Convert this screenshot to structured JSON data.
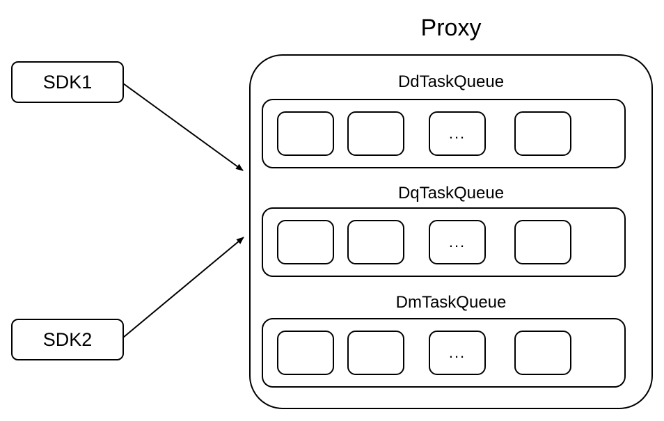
{
  "diagram": {
    "title": "Proxy",
    "sources": [
      {
        "label": "SDK1"
      },
      {
        "label": "SDK2"
      }
    ],
    "queues": [
      {
        "label": "DdTaskQueue",
        "slots": [
          "",
          "",
          "...",
          ""
        ]
      },
      {
        "label": "DqTaskQueue",
        "slots": [
          "",
          "",
          "...",
          ""
        ]
      },
      {
        "label": "DmTaskQueue",
        "slots": [
          "",
          "",
          "...",
          ""
        ]
      }
    ],
    "arrows": [
      {
        "from": "SDK1",
        "to": "Proxy"
      },
      {
        "from": "SDK2",
        "to": "Proxy"
      }
    ],
    "colors": {
      "stroke": "#000000",
      "background": "#ffffff"
    }
  }
}
